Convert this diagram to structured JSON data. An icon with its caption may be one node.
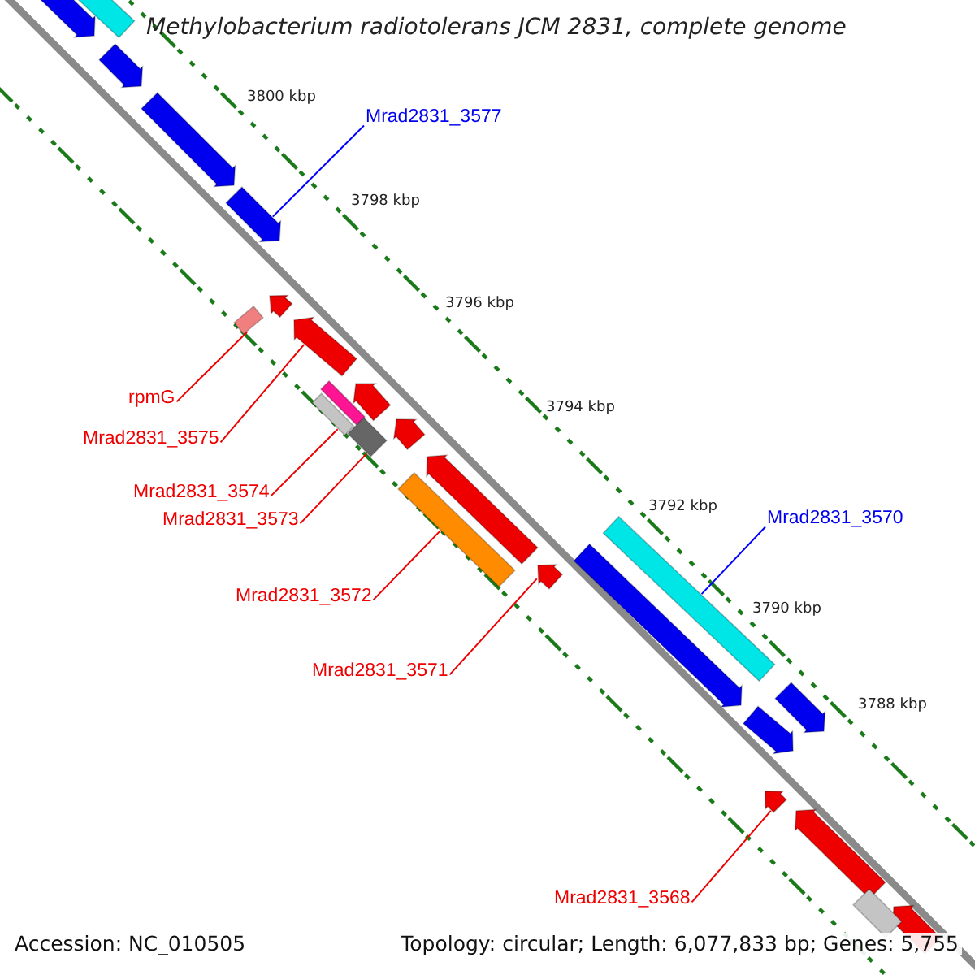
{
  "diagram": {
    "title": "Methylobacterium radiotolerans JCM 2831, complete genome",
    "nodes": [
      {
        "text": [],
        "shape": "arrow"
      },
      {
        "text": [],
        "shape": "bar"
      },
      {
        "text": [],
        "shape": "arrow"
      },
      {
        "text": [],
        "shape": "arrow"
      },
      {
        "text": [
          "Mrad2831_3577"
        ]
      },
      {
        "text": [],
        "shape": "arrow"
      },
      {
        "text": [],
        "shape": "arrow"
      },
      {
        "text": [],
        "shape": "box"
      },
      {
        "text": [],
        "shape": "arrow"
      },
      {
        "text": [
          "rpmG"
        ]
      },
      {
        "text": [],
        "shape": "arrow"
      },
      {
        "text": [],
        "shape": "bar"
      },
      {
        "text": [],
        "shape": "bar"
      },
      {
        "text": [],
        "shape": "arrow"
      },
      {
        "text": [
          "Mrad2831_3575"
        ]
      },
      {
        "text": [],
        "shape": "bar"
      },
      {
        "text": [],
        "shape": "arrow"
      },
      {
        "text": [
          "Mrad2831_3574"
        ]
      },
      {
        "text": [
          "Mrad2831_3570"
        ]
      },
      {
        "text": [
          "Mrad2831_3573"
        ]
      },
      {
        "text": [],
        "shape": "bar"
      },
      {
        "text": [],
        "shape": "arrow"
      },
      {
        "text": [],
        "shape": "bar"
      },
      {
        "text": [],
        "shape": "arrow"
      },
      {
        "text": [
          "Mrad2831_3572"
        ]
      },
      {
        "text": [
          "Mrad2831_3571"
        ]
      },
      {
        "text": [],
        "shape": "arrow"
      },
      {
        "text": [],
        "shape": "arrow"
      },
      {
        "text": [],
        "shape": "arrow"
      },
      {
        "text": [],
        "shape": "arrow"
      },
      {
        "text": [
          "Mrad2831_3568"
        ]
      },
      {
        "text": [],
        "shape": "arrow"
      },
      {
        "text": [],
        "shape": "bar"
      }
    ],
    "edges": [
      {
        "from": 4,
        "to": 5,
        "arrow": "none",
        "color": "#0000ff"
      },
      {
        "from": 9,
        "to": 7,
        "arrow": "none"
      },
      {
        "from": 14,
        "to": 8,
        "arrow": "none"
      },
      {
        "from": 17,
        "to": 12,
        "arrow": "none"
      },
      {
        "from": 19,
        "to": 15,
        "arrow": "none"
      },
      {
        "from": 18,
        "to": 20,
        "arrow": "none",
        "color": "#0000ff"
      },
      {
        "from": 24,
        "to": 22,
        "arrow": "none"
      },
      {
        "from": 25,
        "to": 23,
        "arrow": "none"
      },
      {
        "from": 30,
        "to": 28,
        "arrow": "none"
      }
    ],
    "labels": [
      "3800 kbp",
      "3798 kbp",
      "3796 kbp",
      "3794 kbp",
      "3792 kbp",
      "3790 kbp",
      "3788 kbp",
      "Accession: NC_010505",
      "Topology: circular; Length: 6,077,833 bp; Genes: 5,755"
    ]
  }
}
